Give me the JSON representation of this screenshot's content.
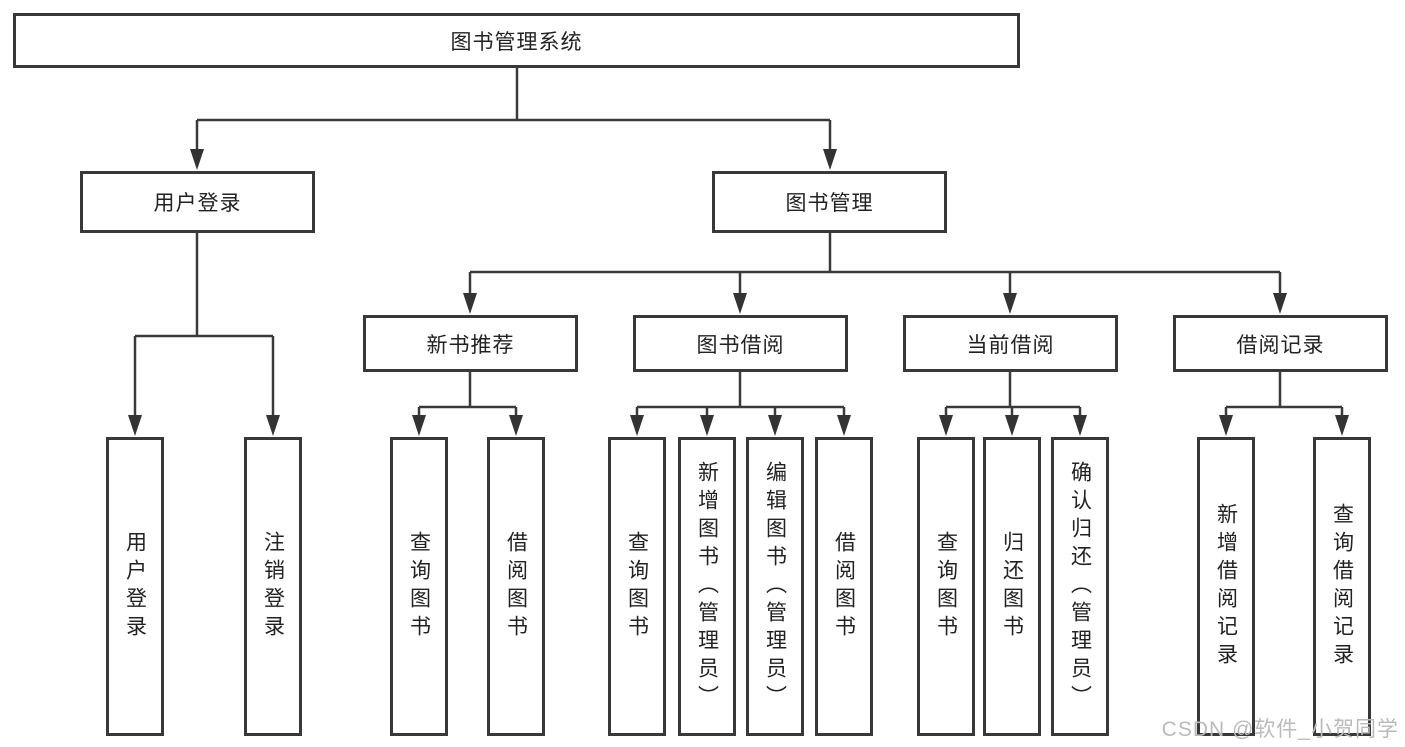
{
  "nodes": {
    "root": "图书管理系统",
    "level2": [
      "用户登录",
      "图书管理"
    ],
    "level3": [
      "新书推荐",
      "图书借阅",
      "当前借阅",
      "借阅记录"
    ],
    "leaves": [
      "用户登录",
      "注销登录",
      "查询图书",
      "借阅图书",
      "查询图书",
      "新增图书（管理员）",
      "编辑图书（管理员）",
      "借阅图书",
      "查询图书",
      "归还图书",
      "确认归还（管理员）",
      "新增借阅记录",
      "查询借阅记录"
    ]
  },
  "watermark": "CSDN @软件_小贺同学",
  "colors": {
    "line": "#3a3a3a",
    "border": "#383838",
    "background": "#ffffff",
    "watermark_text": "#bababa"
  }
}
